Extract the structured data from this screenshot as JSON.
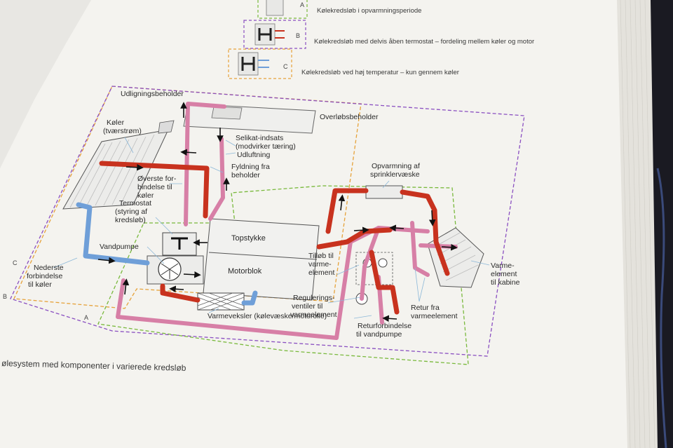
{
  "colors": {
    "hot": "#c8321e",
    "warm": "#d77fa6",
    "cold": "#6f9fd8",
    "loop_a": "#79b93c",
    "loop_b": "#8a4fc1",
    "loop_c": "#e6a23a",
    "paper": "#f4f3ef"
  },
  "legend": [
    {
      "key": "A",
      "text": "Kølekredsløb i opvarmningsperiode"
    },
    {
      "key": "B",
      "text": "Kølekredsløb med delvis åben termostat – fordeling mellem køler og motor"
    },
    {
      "key": "C",
      "text": "Kølekredsløb ved høj temperatur – kun gennem køler"
    }
  ],
  "loop_markers": {
    "a": "A",
    "b": "B",
    "c": "C"
  },
  "labels": {
    "udligningsbeholder": "Udligningsbeholder",
    "overlobsbeholder": "Overløbsbeholder",
    "koler": [
      "Køler",
      "(tværstrøm)"
    ],
    "selikat": [
      "Selikat-indsats",
      "(modvirker tæring)"
    ],
    "udluftning": "Udluftning",
    "fyldning": [
      "Fyldning fra",
      "beholder"
    ],
    "overste": [
      "Øverste for-",
      "bindelse til",
      "køler"
    ],
    "termostat": [
      "Termostat",
      "(styring af",
      "kredsløb)"
    ],
    "vandpumpe": "Vandpumpe",
    "nederste": [
      "Nederste",
      "forbindelse",
      "til køler"
    ],
    "topstykke": "Topstykke",
    "motorblok": "Motorblok",
    "varmeveksler": "Varmeveksler (kølevæske/motorolie)",
    "tillob": [
      "Tilløb til",
      "varme-",
      "element"
    ],
    "regulering": [
      "Regulerings-",
      "ventiler til",
      "varmeelement"
    ],
    "returforbindelse": [
      "Returforbindelse",
      "til vandpumpe"
    ],
    "retur": [
      "Retur fra",
      "varmeelement"
    ],
    "varmeelement": [
      "Varme-",
      "element",
      "til kabine"
    ],
    "opvarmning": [
      "Opvarmning af",
      "sprinklervæske"
    ]
  },
  "caption": "ølesystem med komponenter i varierede kredsløb"
}
